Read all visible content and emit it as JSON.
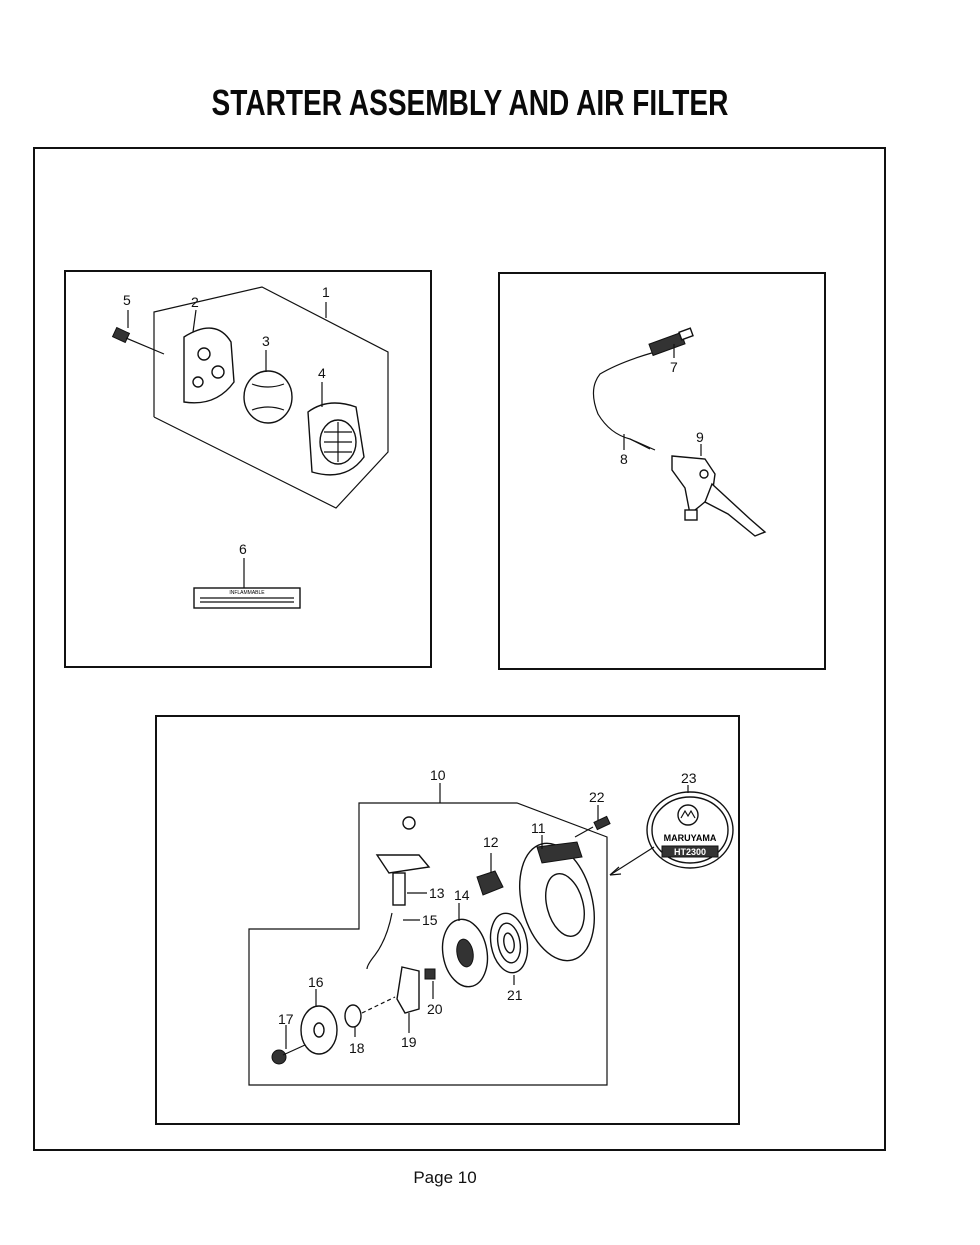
{
  "title": "STARTER ASSEMBLY AND AIR FILTER",
  "footer": {
    "page": "Page 10"
  },
  "air_filter_panel": {
    "callouts": [
      "1",
      "2",
      "3",
      "4",
      "5",
      "6"
    ],
    "label_text": "INFLAMMABLE"
  },
  "throttle_panel": {
    "callouts": [
      "7",
      "8",
      "9"
    ]
  },
  "starter_panel": {
    "callouts": [
      "10",
      "11",
      "12",
      "13",
      "14",
      "15",
      "16",
      "17",
      "18",
      "19",
      "20",
      "21",
      "22",
      "23"
    ],
    "emblem": {
      "brand": "MARUYAMA",
      "model": "HT2300"
    }
  }
}
